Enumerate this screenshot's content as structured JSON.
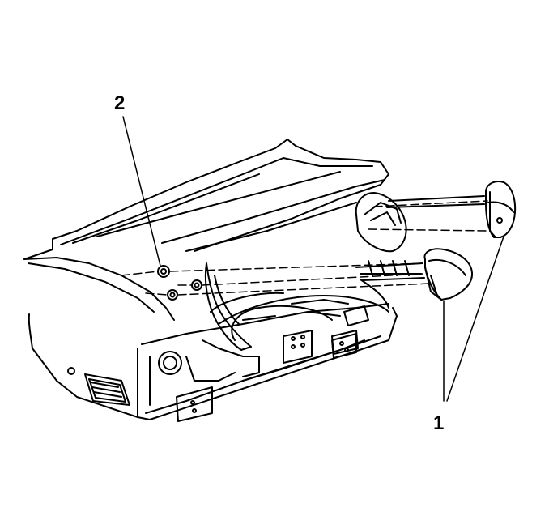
{
  "diagram": {
    "callouts": [
      {
        "id": "1",
        "label": "1"
      },
      {
        "id": "2",
        "label": "2"
      }
    ],
    "colors": {
      "ink": "#000000",
      "background": "#ffffff"
    }
  }
}
